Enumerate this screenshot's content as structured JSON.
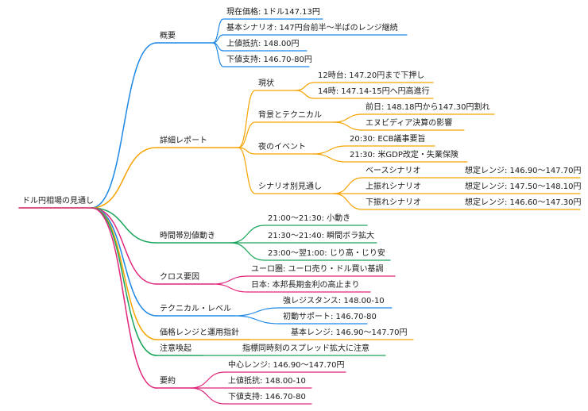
{
  "mindmap": {
    "root": "ドル円相場の見通し",
    "branches": [
      {
        "label": "概要",
        "color": "#1E88E5",
        "children": [
          {
            "label": "現在価格: 1ドル147.13円"
          },
          {
            "label": "基本シナリオ: 147円台前半～半ばのレンジ継続"
          },
          {
            "label": "上値抵抗: 148.00円"
          },
          {
            "label": "下値支持: 146.70-80円"
          }
        ]
      },
      {
        "label": "詳細レポート",
        "color": "#F5A300",
        "children": [
          {
            "label": "現状",
            "children": [
              {
                "label": "12時台: 147.20円まで下押し"
              },
              {
                "label": "14時: 147.14-15円へ円高進行"
              }
            ]
          },
          {
            "label": "背景とテクニカル",
            "children": [
              {
                "label": "前日: 148.18円から147.30円割れ"
              },
              {
                "label": "エヌビディア決算の影響"
              }
            ]
          },
          {
            "label": "夜のイベント",
            "children": [
              {
                "label": "20:30: ECB議事要旨"
              },
              {
                "label": "21:30: 米GDP改定・失業保険"
              }
            ]
          },
          {
            "label": "シナリオ別見通し",
            "children": [
              {
                "label": "ベースシナリオ",
                "children": [
                  {
                    "label": "想定レンジ: 146.90～147.70円"
                  }
                ]
              },
              {
                "label": "上振れシナリオ",
                "children": [
                  {
                    "label": "想定レンジ: 147.50～148.10円"
                  }
                ]
              },
              {
                "label": "下振れシナリオ",
                "children": [
                  {
                    "label": "想定レンジ: 146.60～147.30円"
                  }
                ]
              }
            ]
          }
        ]
      },
      {
        "label": "時間帯別値動き",
        "color": "#1BA55C",
        "children": [
          {
            "label": "21:00～21:30: 小動き"
          },
          {
            "label": "21:30～21:40: 瞬間ボラ拡大"
          },
          {
            "label": "23:00～翌1:00: じり高・じり安"
          }
        ]
      },
      {
        "label": "クロス要因",
        "color": "#E0247A",
        "children": [
          {
            "label": "ユーロ圏: ユーロ売り・ドル買い基調"
          },
          {
            "label": "日本: 本邦長期金利の高止まり"
          }
        ]
      },
      {
        "label": "テクニカル・レベル",
        "color": "#1E88E5",
        "children": [
          {
            "label": "強レジスタンス: 148.00-10"
          },
          {
            "label": "初動サポート: 146.70-80"
          }
        ]
      },
      {
        "label": "価格レンジと運用指針",
        "color": "#F5A300",
        "children": [
          {
            "label": "基本レンジ: 146.90～147.70円"
          }
        ]
      },
      {
        "label": "注意喚起",
        "color": "#1BA55C",
        "children": [
          {
            "label": "指標同時刻のスプレッド拡大に注意"
          }
        ]
      },
      {
        "label": "要約",
        "color": "#E0247A",
        "children": [
          {
            "label": "中心レンジ: 146.90～147.70円"
          },
          {
            "label": "上値抵抗: 148.00-10"
          },
          {
            "label": "下値支持: 146.70-80"
          }
        ]
      }
    ]
  }
}
